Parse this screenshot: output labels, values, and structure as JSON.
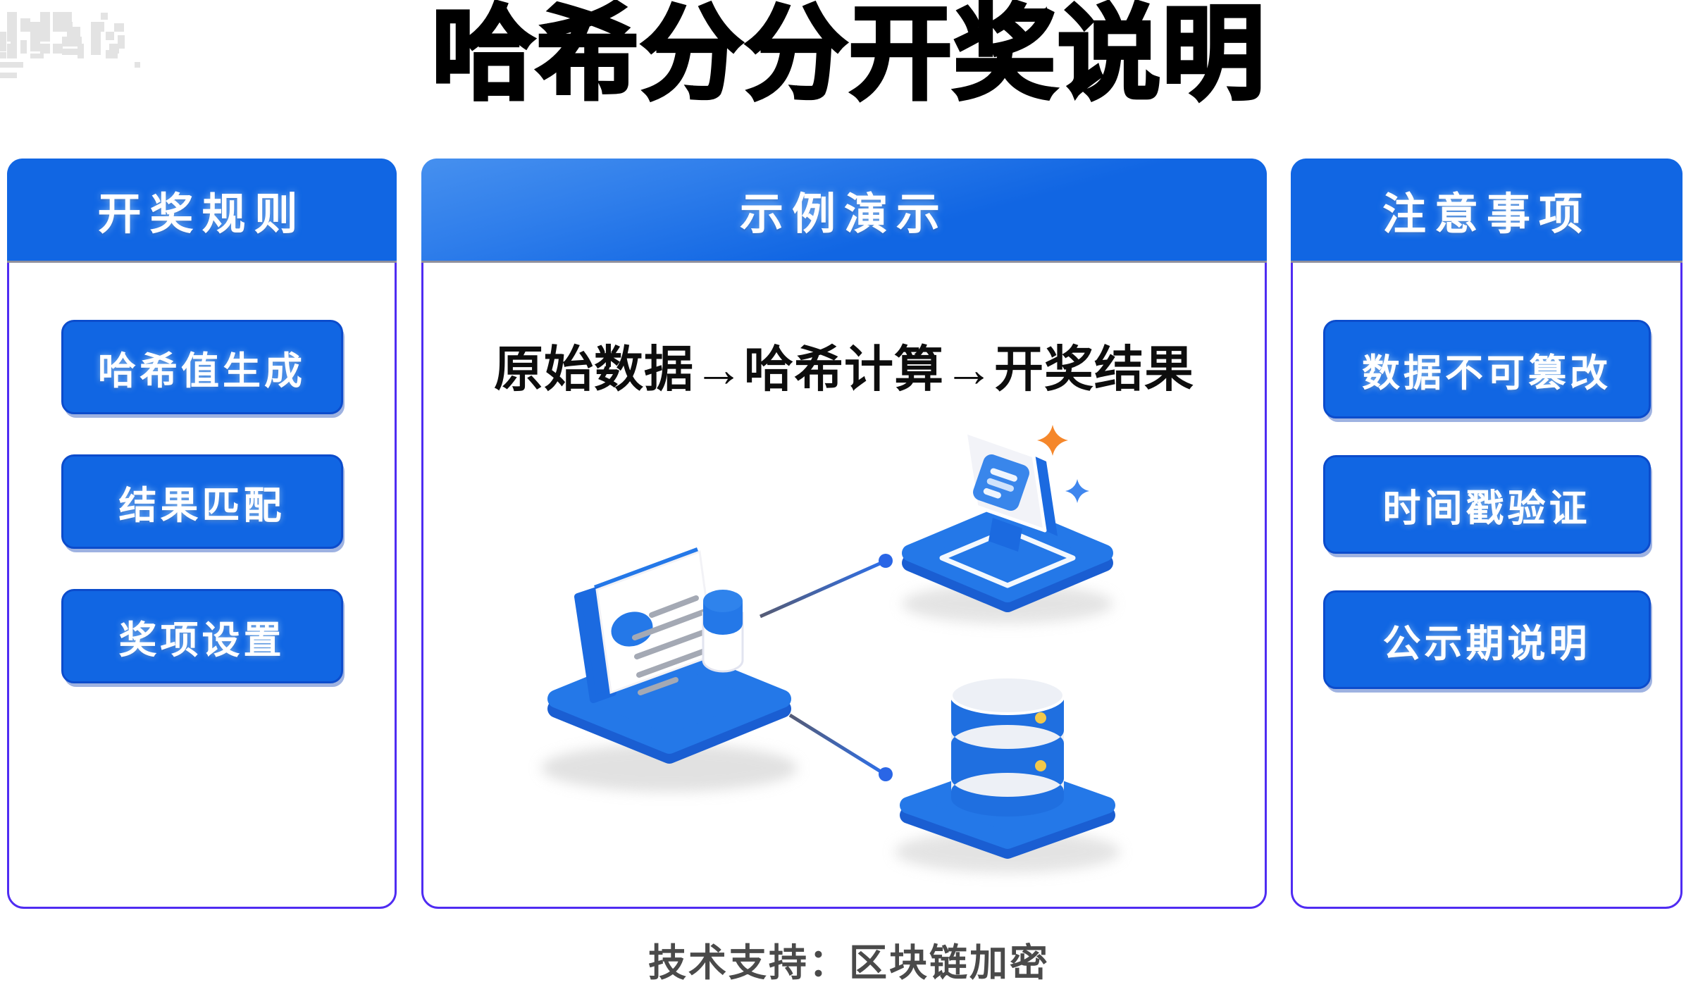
{
  "title": "哈希分分开奖说明",
  "panels": {
    "rules": {
      "header": "开奖规则",
      "items": [
        "哈希值生成",
        "结果匹配",
        "奖项设置"
      ]
    },
    "demo": {
      "header": "示例演示",
      "flow_text": "原始数据→哈希计算→开奖结果"
    },
    "notes": {
      "header": "注意事项",
      "items": [
        "数据不可篡改",
        "时间戳验证",
        "公示期说明"
      ]
    }
  },
  "footer": {
    "support_text": "技术支持：区块链加密"
  },
  "colors": {
    "header_blue": "#1166e3",
    "header_gradient_light": "#4690ef",
    "panel_border": "#4f2cf2",
    "button_blue": "#1166e3",
    "button_border": "#0c4ccc",
    "platform_blue": "#2478e8",
    "icon_blue_dark": "#1b6ae0",
    "database_blue": "#1f6fe0",
    "accent_orange": "#f5872b",
    "sparkle_blue": "#3f86ee",
    "dot_yellow": "#f2c84b",
    "footer_text": "#4a4a4a",
    "title_black": "#000000"
  }
}
